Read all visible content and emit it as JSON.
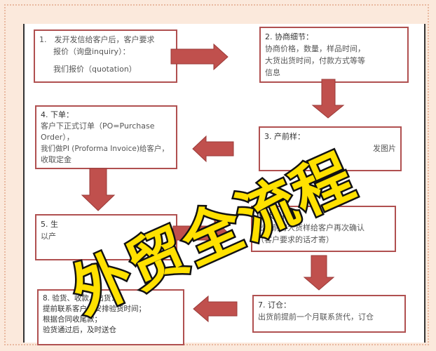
{
  "title": "外贸全流程",
  "steps": {
    "s1": {
      "head": "1.　发开发信给客户后，客户要求",
      "l2": "报价（询盘inquiry）：",
      "l3": "我们报价（quotation）"
    },
    "s2": {
      "head": "2. 协商细节：",
      "l2": "协商价格，数量，样品时间，",
      "l3": "大货出货时间，付款方式等等",
      "l4": "信息"
    },
    "s3": {
      "head": "3. 产前样：",
      "l2": "发图片"
    },
    "s4": {
      "head": "4. 下单：",
      "l2": "客户下正式订单（PO=Purchase",
      "l3": "Order），",
      "l4": "我们做PI (Proforma Invoice)给客户，",
      "l5": "收取定金"
    },
    "s5": {
      "head": "5. 生",
      "l2": "以产"
    },
    "s6": {
      "head": "6. 大货样：",
      "l2": "出货前寄大货样给客户再次确认",
      "l3": "（客户要求的话才寄）"
    },
    "s7": {
      "head": "7. 订仓：",
      "l2": "出货前提前一个月联系货代，订仓"
    },
    "s8": {
      "head": "8. 验货、收款、出货：",
      "l2": "提前联系客户，安排验货时间；",
      "l3": "根据合同收尾款；",
      "l4": "验货通过后，及时送仓"
    }
  },
  "colors": {
    "arrow": "#c0504d",
    "border": "#b05050",
    "title": "#ffe100"
  }
}
